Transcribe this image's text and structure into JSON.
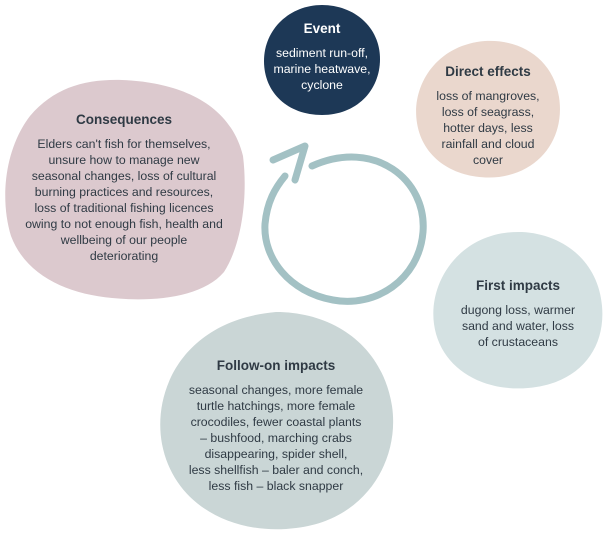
{
  "colors": {
    "event": "#1d3856",
    "direct_effects": "#ead7cd",
    "consequences": "#dcc9ce",
    "first_impacts": "#d4e1e2",
    "follow_on": "#cad6d6",
    "arrow": "#a3c1c4",
    "text": "#2f3a44"
  },
  "diagram": {
    "event": {
      "title": "Event",
      "lines": [
        "sediment run-off,",
        "marine heatwave,",
        "cyclone"
      ]
    },
    "direct_effects": {
      "title": "Direct effects",
      "lines": [
        "loss of mangroves,",
        "loss of seagrass,",
        "hotter days, less",
        "rainfall and cloud",
        "cover"
      ]
    },
    "first_impacts": {
      "title": "First impacts",
      "lines": [
        "dugong loss, warmer",
        "sand and water, loss",
        "of crustaceans"
      ]
    },
    "follow_on_impacts": {
      "title": "Follow-on impacts",
      "lines": [
        "seasonal changes, more female",
        "turtle hatchings, more female",
        "crocodiles, fewer coastal plants",
        "– bushfood, marching crabs",
        "disappearing, spider shell,",
        "less shellfish – baler and conch,",
        "less fish – black snapper"
      ]
    },
    "consequences": {
      "title": "Consequences",
      "lines": [
        "Elders can't fish for themselves,",
        "unsure how to manage new",
        "seasonal changes, loss of cultural",
        "burning practices and resources,",
        "loss of traditional fishing licences",
        "owing to not enough fish, health and",
        "wellbeing of our people",
        "deteriorating"
      ]
    }
  }
}
